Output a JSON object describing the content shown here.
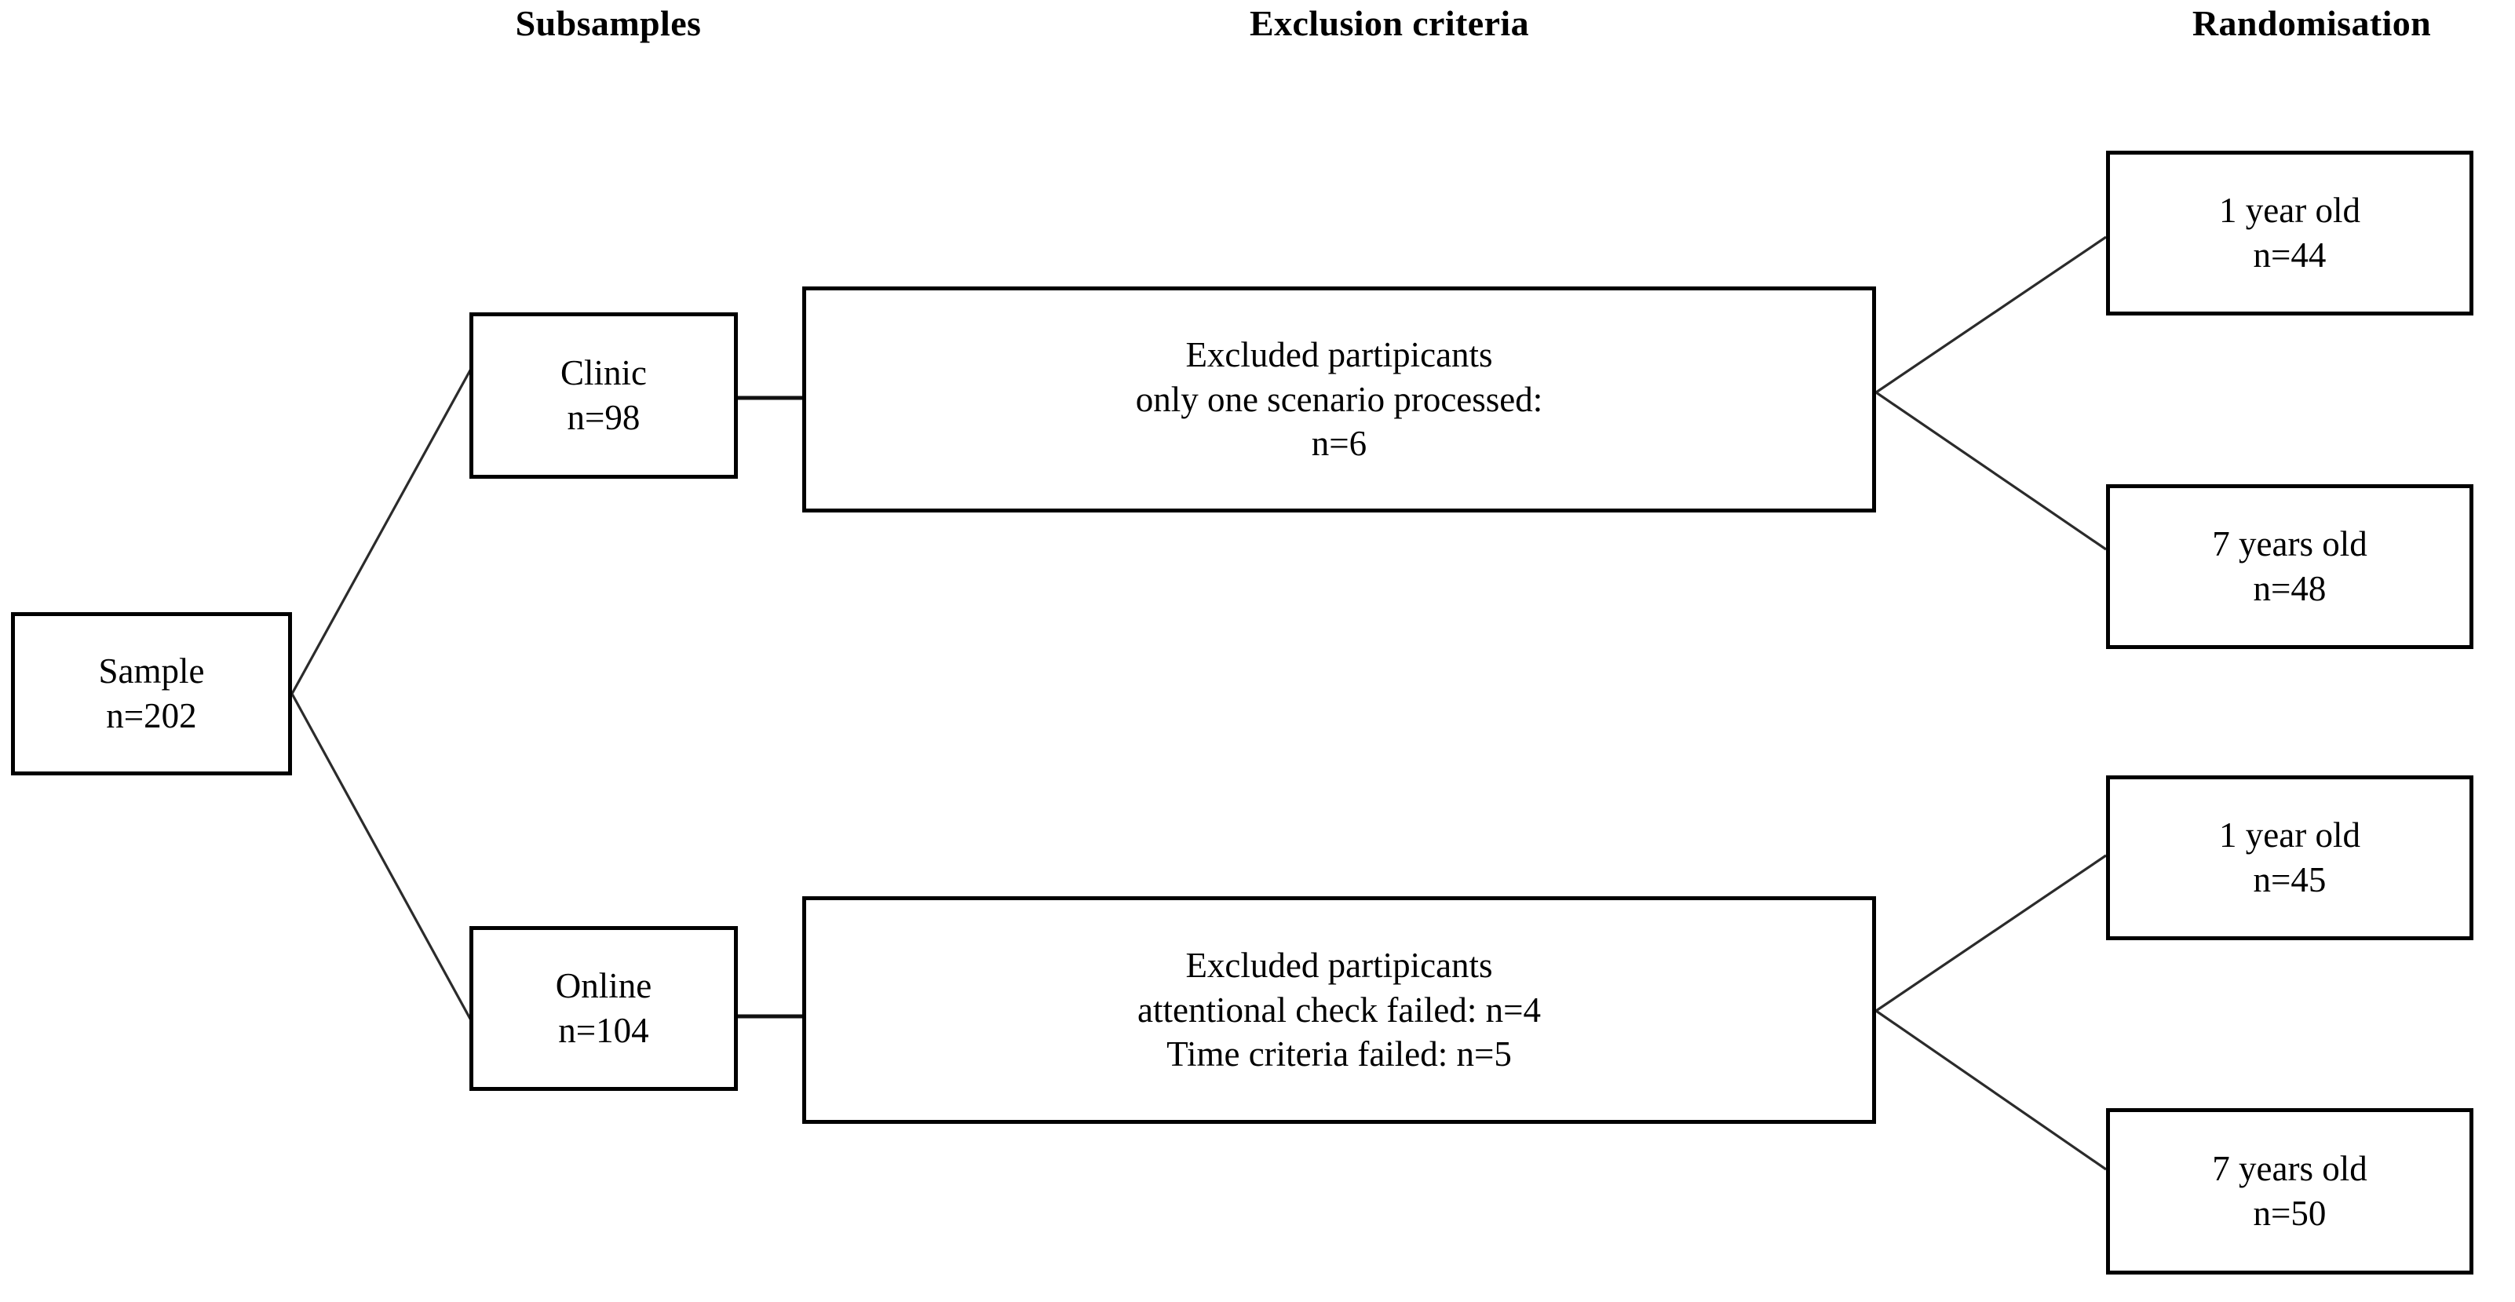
{
  "figure": {
    "type": "participant-flow-diagram",
    "background_color": "#ffffff",
    "line_color": "#000000"
  },
  "headings": [
    {
      "id": "subsamples",
      "label": "Subsamples"
    },
    {
      "id": "exclusion-criteria",
      "label": "Exclusion criteria"
    },
    {
      "id": "randomisation",
      "label": "Randomisation"
    }
  ],
  "nodes": {
    "sample": {
      "id": "sample",
      "label": "Sample",
      "count_label": "n=202",
      "n": 202
    },
    "clinic": {
      "id": "clinic",
      "label": "Clinic",
      "count_label": "n=98",
      "n": 98
    },
    "online": {
      "id": "online",
      "label": "Online",
      "count_label": "n=104",
      "n": 104
    },
    "clinic_exclusion": {
      "id": "clinic-exclusion",
      "line1": "Excluded partipicants",
      "line2": "only one scenario processed:",
      "line3": "n=6",
      "n": 6
    },
    "online_exclusion": {
      "id": "online-exclusion",
      "line1": "Excluded partipicants",
      "line2": "attentional check failed: n=4",
      "line3": "Time criteria failed: n=5",
      "attentional_check_failed": 4,
      "time_criteria_failed": 5
    },
    "clinic_1yr": {
      "id": "clinic-1-year-old",
      "label": "1 year old",
      "count_label": "n=44",
      "n": 44
    },
    "clinic_7yr": {
      "id": "clinic-7-years-old",
      "label": "7 years old",
      "count_label": "n=48",
      "n": 48
    },
    "online_1yr": {
      "id": "online-1-year-old",
      "label": "1 year old",
      "count_label": "n=45",
      "n": 45
    },
    "online_7yr": {
      "id": "online-7-years-old",
      "label": "7 years old",
      "count_label": "n=50",
      "n": 50
    }
  },
  "edges": [
    {
      "from": "sample",
      "to": "clinic"
    },
    {
      "from": "sample",
      "to": "online"
    },
    {
      "from": "clinic",
      "to": "clinic_exclusion"
    },
    {
      "from": "online",
      "to": "online_exclusion"
    },
    {
      "from": "clinic_exclusion",
      "to": "clinic_1yr"
    },
    {
      "from": "clinic_exclusion",
      "to": "clinic_7yr"
    },
    {
      "from": "online_exclusion",
      "to": "online_1yr"
    },
    {
      "from": "online_exclusion",
      "to": "online_7yr"
    }
  ]
}
